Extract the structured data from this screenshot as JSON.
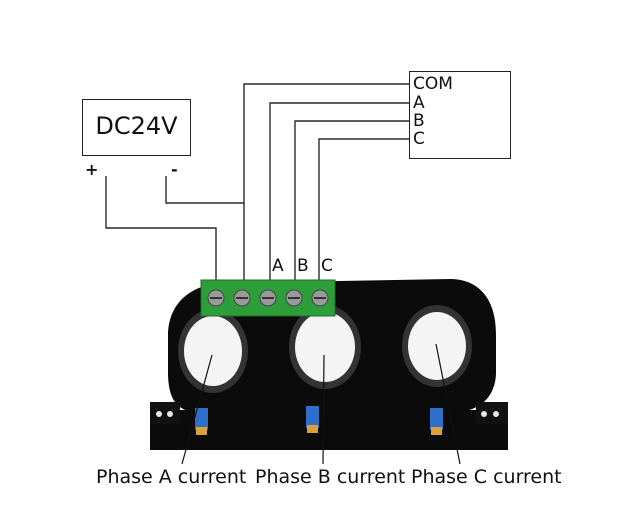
{
  "power": {
    "label": "DC24V",
    "plus": "+",
    "minus": "-"
  },
  "output": {
    "labels": [
      "COM",
      "A",
      "B",
      "C"
    ]
  },
  "terminals": [
    "A",
    "B",
    "C"
  ],
  "phases": [
    "Phase A current",
    "Phase B current",
    "Phase C current"
  ],
  "colors": {
    "body": "#0b0b0b",
    "terminal_block": "#2e9e3a",
    "wire": "#2a2a2a",
    "potentiometer": "#2d6fc9"
  }
}
